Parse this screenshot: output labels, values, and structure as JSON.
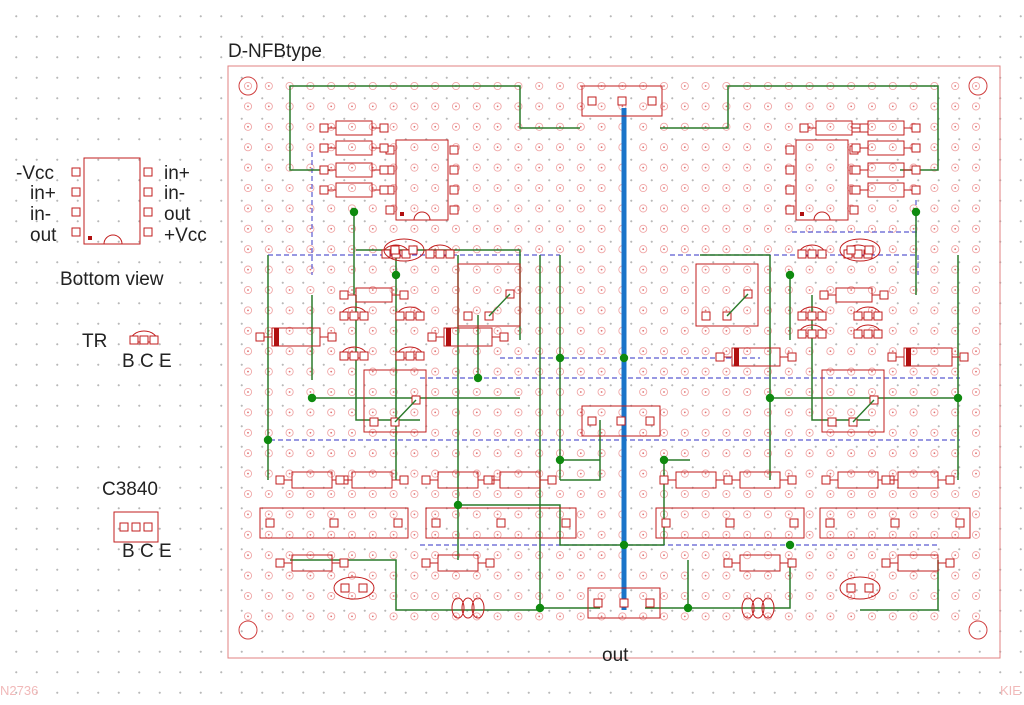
{
  "board_title": "D-NFBtype",
  "output_label": "out",
  "ic_pinout": {
    "left_pins": [
      "-Vcc",
      "in+",
      "in-",
      "out"
    ],
    "right_pins": [
      "in+",
      "in-",
      "out",
      "+Vcc"
    ],
    "caption": "Bottom view"
  },
  "transistor_small": {
    "name": "TR",
    "pins": "B C E"
  },
  "transistor_power": {
    "name": "C3840",
    "pins": "B C E"
  },
  "edge_left": "N2736",
  "edge_right": "KIE",
  "colors": {
    "part_outline": "#c21e1e",
    "pad_hole": "#c21e1e",
    "jumper": "#2a7a2a",
    "junction": "#0f8a0f",
    "dashed_wire": "#5a5ad0",
    "main_rail": "#1a74c9",
    "board_edge": "#e08080"
  }
}
